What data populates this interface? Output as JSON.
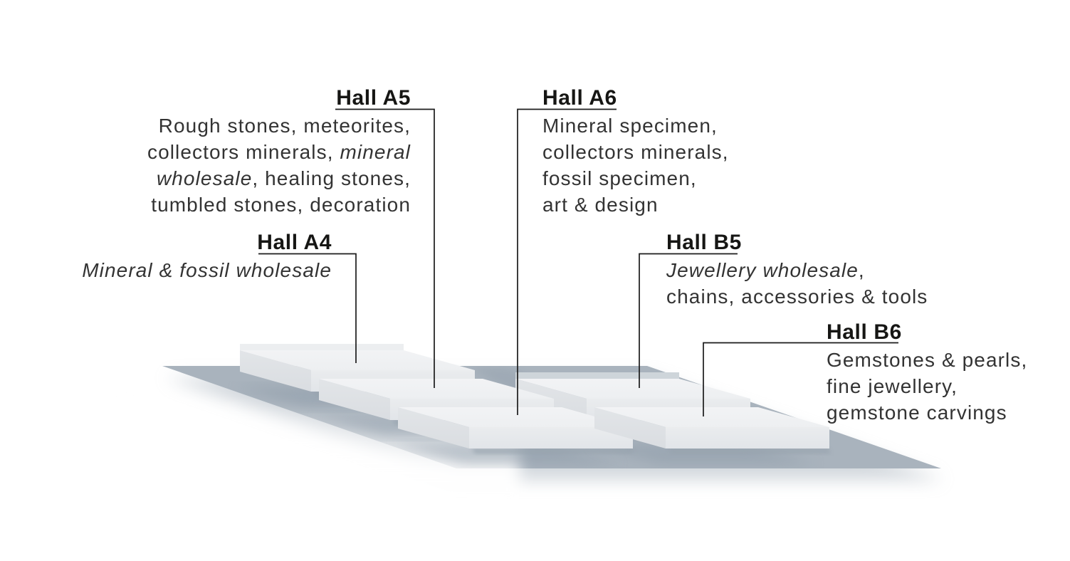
{
  "halls": [
    {
      "id": "hall-a5",
      "title": "Hall A5",
      "align": "right",
      "lines": [
        [
          {
            "t": "Rough stones, meteorites,"
          }
        ],
        [
          {
            "t": "collectors minerals, "
          },
          {
            "t": "mineral",
            "i": true
          }
        ],
        [
          {
            "t": "wholesale",
            "i": true
          },
          {
            "t": ", healing stones,"
          }
        ],
        [
          {
            "t": "tumbled stones, decoration"
          }
        ]
      ]
    },
    {
      "id": "hall-a6",
      "title": "Hall A6",
      "align": "left",
      "lines": [
        [
          {
            "t": "Mineral specimen,"
          }
        ],
        [
          {
            "t": "collectors minerals,"
          }
        ],
        [
          {
            "t": "fossil specimen,"
          }
        ],
        [
          {
            "t": "art & design"
          }
        ]
      ]
    },
    {
      "id": "hall-a4",
      "title": "Hall A4",
      "align": "right",
      "lines": [
        [
          {
            "t": "Mineral & fossil wholesale",
            "i": true
          }
        ]
      ]
    },
    {
      "id": "hall-b5",
      "title": "Hall B5",
      "align": "left",
      "lines": [
        [
          {
            "t": "Jewellery wholesale",
            "i": true
          },
          {
            "t": ","
          }
        ],
        [
          {
            "t": "chains, accessories & tools"
          }
        ]
      ]
    },
    {
      "id": "hall-b6",
      "title": "Hall B6",
      "align": "left",
      "lines": [
        [
          {
            "t": "Gemstones & pearls,"
          }
        ],
        [
          {
            "t": "fine jewellery,"
          }
        ],
        [
          {
            "t": "gemstone carvings"
          }
        ]
      ]
    }
  ],
  "colors": {
    "base": "#a9b3bd",
    "slab_top": "#f0f2f3",
    "slab_left": "#dfe2e5",
    "slab_front": "#e7e9ec",
    "shadow": "#8c9aa7",
    "line": "#1b1b1b",
    "text": "#333333",
    "strip_a4": "#eceef0",
    "strip_b5": "#ced5da"
  }
}
